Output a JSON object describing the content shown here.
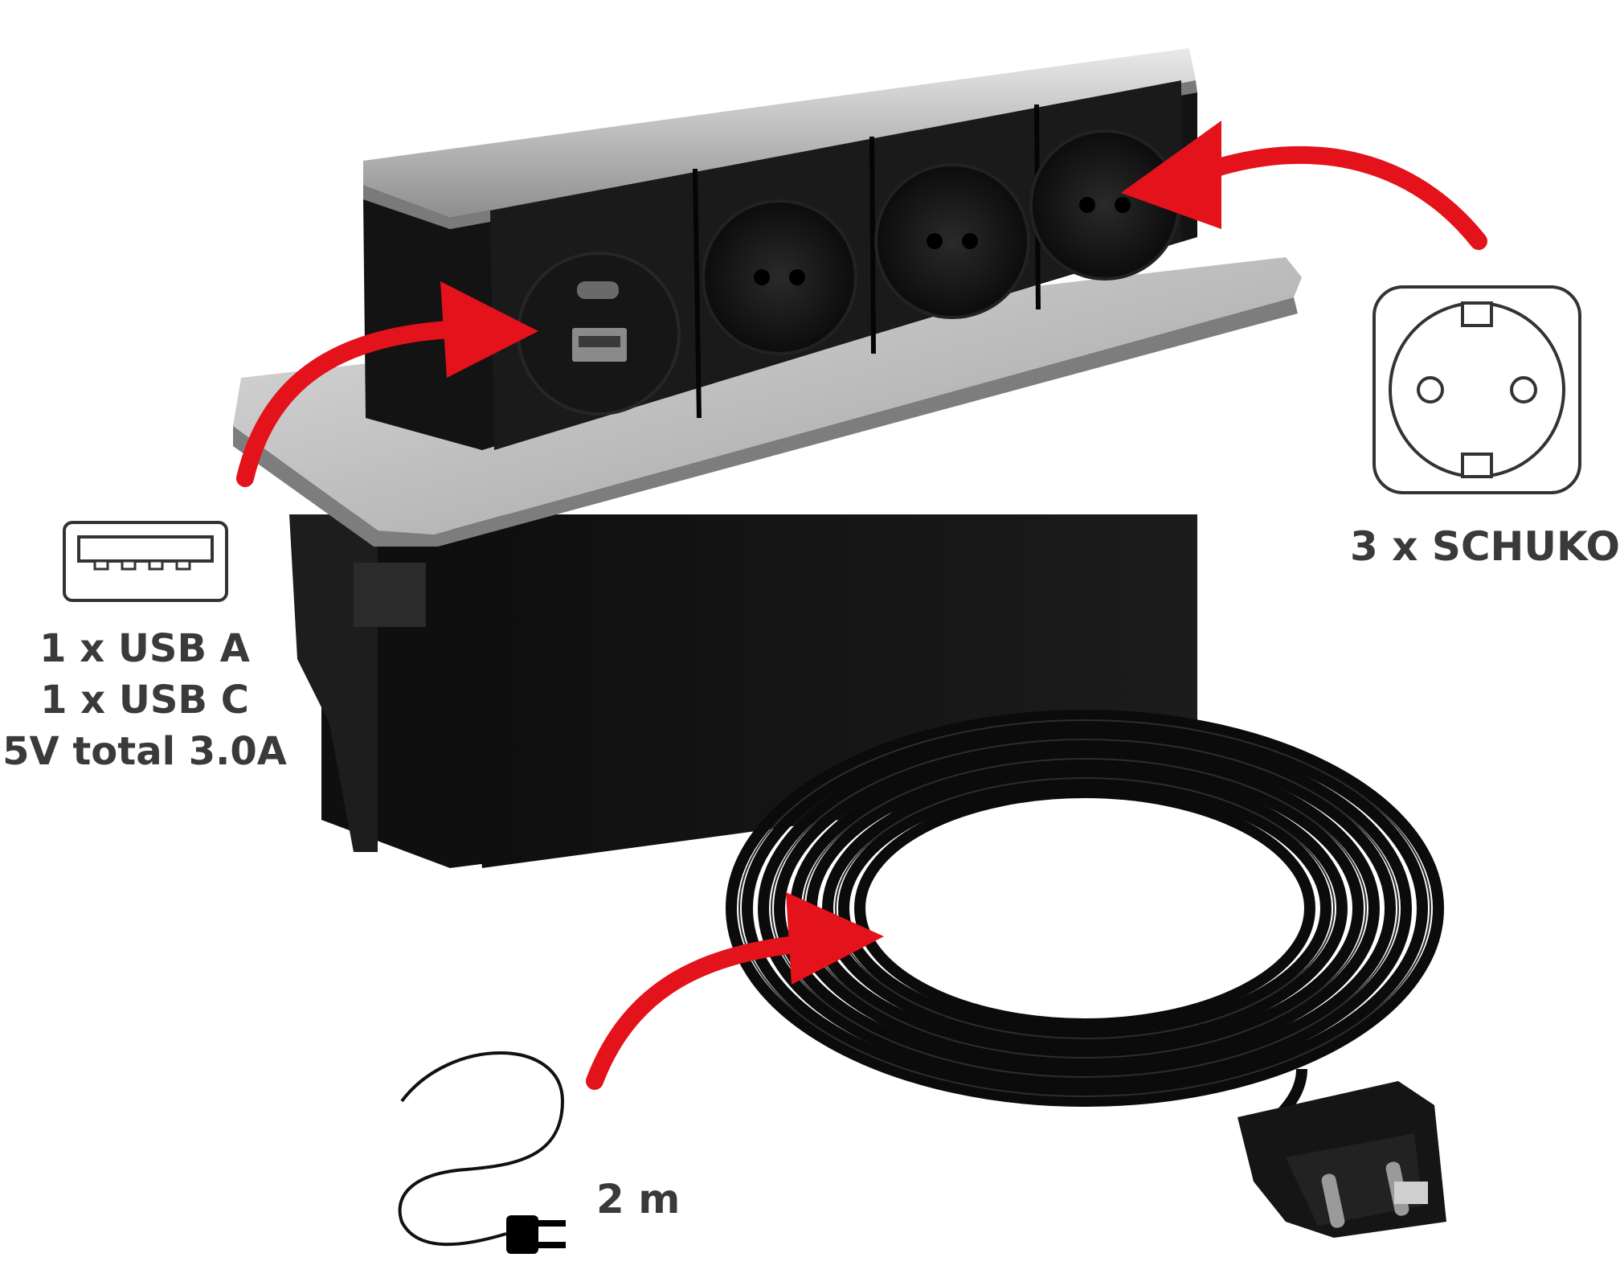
{
  "labels": {
    "usb_lines": [
      "1 x USB A",
      "1 x USB C",
      "5V total 3.0A"
    ],
    "schuko": "3 x SCHUKO",
    "cable_length": "2 m"
  },
  "icons": {
    "usb_port": "usb-a-port-icon",
    "schuko_socket": "schuko-socket-icon",
    "power_plug": "power-plug-icon"
  },
  "colors": {
    "arrow_red": "#e3121b",
    "text_gray": "#3a3a3a",
    "device_black": "#141414",
    "steel": "#c9c9c9"
  }
}
